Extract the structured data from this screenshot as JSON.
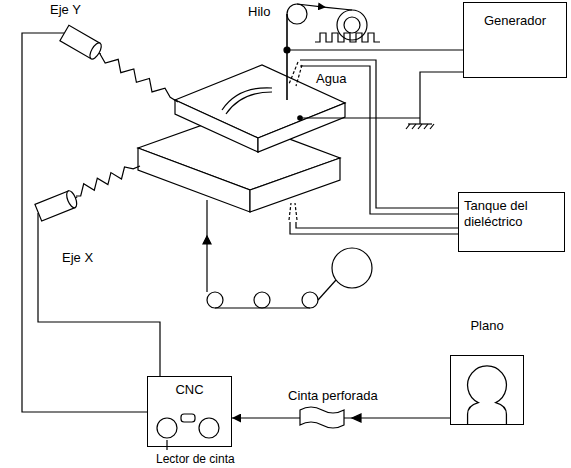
{
  "diagram": {
    "nodes": [
      {
        "text": [
          "Generador"
        ]
      },
      {
        "text": [
          "Tanque del dieléctrico"
        ]
      },
      {
        "text": [
          "Plano"
        ]
      },
      {
        "text": [
          "CNC"
        ]
      }
    ],
    "edges": [
      {
        "from": 2,
        "to": 3,
        "arrow": "to"
      }
    ],
    "labels": [
      "Eje Y",
      "Hilo",
      "Agua",
      "Eje X",
      "Cinta perforada",
      "Lector de cinta"
    ]
  }
}
